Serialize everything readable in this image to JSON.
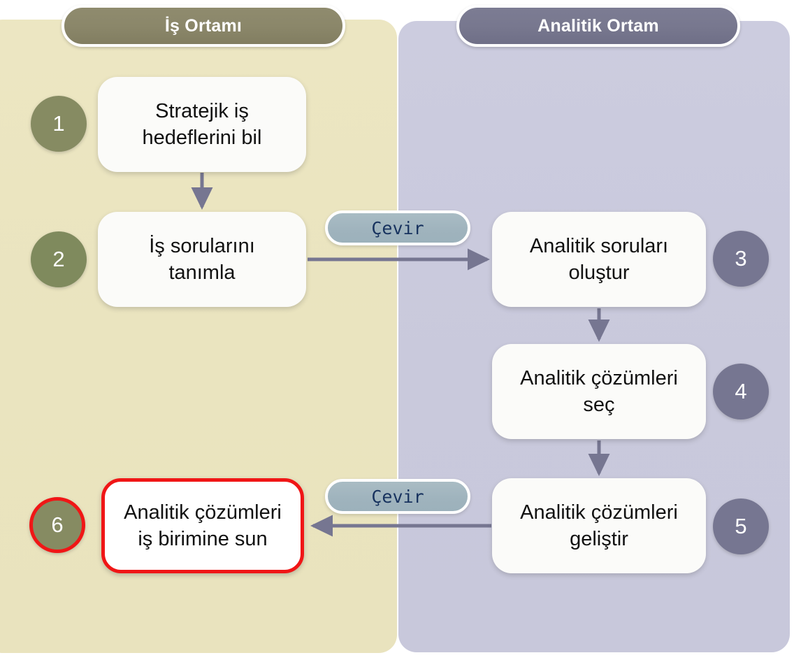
{
  "lanes": [
    {
      "id": "business",
      "title": "İş Ortamı",
      "color": "#8b876a",
      "bg": "#eae4bf"
    },
    {
      "id": "analytics",
      "title": "Analitik Ortam",
      "color": "#78788f",
      "bg": "#c9c9dc"
    }
  ],
  "steps": [
    {
      "number": "1",
      "label": "Stratejik iş\nhedeflerini bil",
      "lane": "business",
      "badge_color": "#868b62",
      "highlighted": false
    },
    {
      "number": "2",
      "label": "İş sorularını\ntanımla",
      "lane": "business",
      "badge_color": "#7f8a5d",
      "highlighted": false
    },
    {
      "number": "3",
      "label": "Analitik soruları\noluştur",
      "lane": "analytics",
      "badge_color": "#767691",
      "highlighted": false
    },
    {
      "number": "4",
      "label": "Analitik çözümleri\nseç",
      "lane": "analytics",
      "badge_color": "#767691",
      "highlighted": false
    },
    {
      "number": "5",
      "label": "Analitik çözümleri\ngeliştir",
      "lane": "analytics",
      "badge_color": "#767691",
      "highlighted": false
    },
    {
      "number": "6",
      "label": "Analitik çözümleri\niş birimine sun",
      "lane": "business",
      "badge_color": "#868b62",
      "highlighted": true
    }
  ],
  "connector_labels": [
    {
      "id": "translate-top",
      "text": "Çevir"
    },
    {
      "id": "translate-bottom",
      "text": "Çevir"
    }
  ],
  "colors": {
    "arrow": "#767691",
    "highlight": "#f01616",
    "box_fill": "#fbfbf9",
    "pill_fill": "#9fb3bd",
    "pill_text": "#17325e"
  },
  "flow": [
    {
      "from": "1",
      "to": "2",
      "direction": "down"
    },
    {
      "from": "2",
      "to": "3",
      "direction": "right",
      "label": "Çevir"
    },
    {
      "from": "3",
      "to": "4",
      "direction": "down"
    },
    {
      "from": "4",
      "to": "5",
      "direction": "down"
    },
    {
      "from": "5",
      "to": "6",
      "direction": "left",
      "label": "Çevir"
    }
  ]
}
